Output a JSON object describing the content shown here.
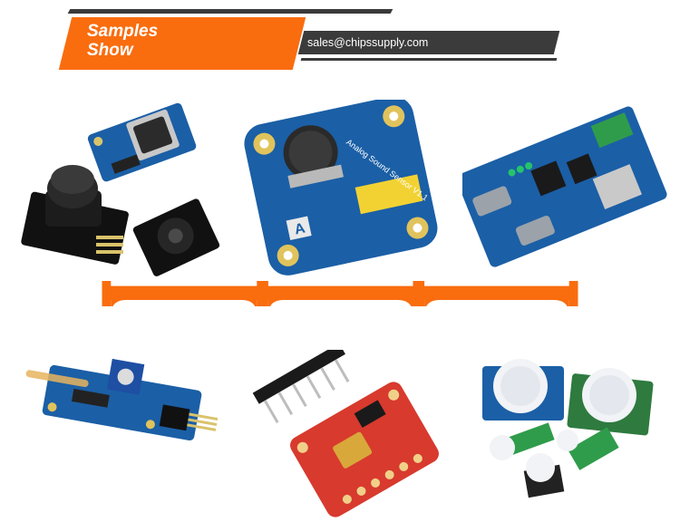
{
  "header": {
    "title_line1": "Samples",
    "title_line2": "Show",
    "email": "sales@chipssupply.com"
  },
  "colors": {
    "accent_orange": "#f96d0f",
    "dark_bar": "#3b3b3b",
    "pcb_blue": "#1b5fa6",
    "pcb_red": "#d83a2e"
  },
  "products": [
    {
      "row": 1,
      "col": 1,
      "icon": "ps2-joystick-module-image"
    },
    {
      "row": 1,
      "col": 2,
      "icon": "analog-sound-sensor-image",
      "board_label": "Analog Sound Sensor V1.1"
    },
    {
      "row": 1,
      "col": 3,
      "icon": "serial-interface-board-image"
    },
    {
      "row": 2,
      "col": 1,
      "icon": "reed-switch-sensor-image"
    },
    {
      "row": 2,
      "col": 2,
      "icon": "rgb-gesture-sensor-image"
    },
    {
      "row": 2,
      "col": 3,
      "icon": "pir-motion-sensor-image"
    }
  ]
}
